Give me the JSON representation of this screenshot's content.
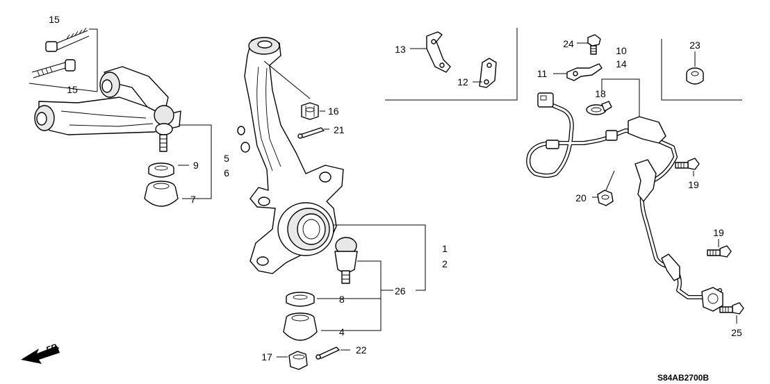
{
  "diagram": {
    "callouts": {
      "c1": "1",
      "c2": "2",
      "c4": "4",
      "c5": "5",
      "c6": "6",
      "c7": "7",
      "c8": "8",
      "c9": "9",
      "c10": "10",
      "c11": "11",
      "c12": "12",
      "c13": "13",
      "c14": "14",
      "c15a": "15",
      "c15b": "15",
      "c16": "16",
      "c17": "17",
      "c18": "18",
      "c19a": "19",
      "c19b": "19",
      "c20": "20",
      "c21": "21",
      "c22": "22",
      "c23": "23",
      "c24": "24",
      "c25": "25",
      "c26": "26"
    },
    "front_marker": "FR.",
    "figure_code": "S84AB2700B"
  }
}
